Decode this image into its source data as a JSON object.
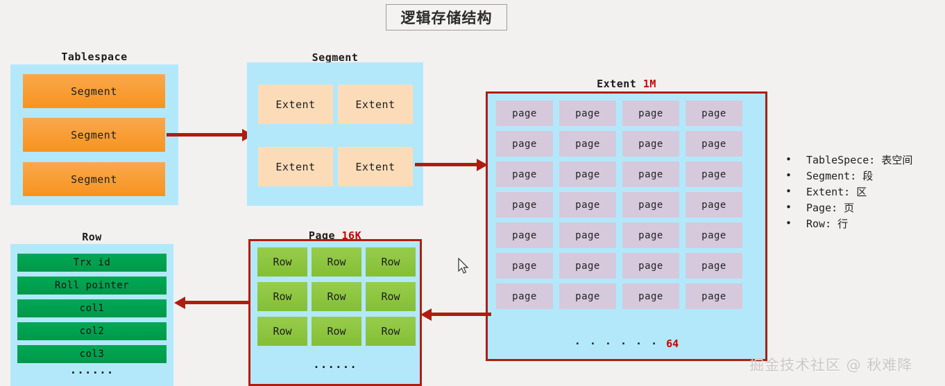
{
  "title": "逻辑存储结构",
  "tablespace": {
    "label": "Tablespace",
    "segments": [
      "Segment",
      "Segment",
      "Segment"
    ]
  },
  "segment": {
    "label": "Segment",
    "extents": [
      "Extent",
      "Extent",
      "Extent",
      "Extent"
    ]
  },
  "extent": {
    "label": "Extent",
    "size": "1M",
    "page_label": "page",
    "page_count": 28,
    "pages": [
      "page",
      "page",
      "page",
      "page",
      "page",
      "page",
      "page",
      "page",
      "page",
      "page",
      "page",
      "page",
      "page",
      "page",
      "page",
      "page",
      "page",
      "page",
      "page",
      "page",
      "page",
      "page",
      "page",
      "page",
      "page",
      "page",
      "page",
      "page"
    ],
    "footer_dots": "· · · · · ·",
    "footer_count": "64"
  },
  "page": {
    "label": "Page",
    "size": "16K",
    "rows": [
      "Row",
      "Row",
      "Row",
      "Row",
      "Row",
      "Row",
      "Row",
      "Row",
      "Row"
    ],
    "footer_dots": "······"
  },
  "row": {
    "label": "Row",
    "columns": [
      "Trx id",
      "Roll pointer",
      "col1",
      "col2",
      "col3"
    ],
    "footer_dots": "······"
  },
  "legend": {
    "items": [
      "TableSpece: 表空间",
      "Segment: 段",
      "Extent: 区",
      "Page: 页",
      "Row: 行"
    ]
  },
  "watermark": "掘金技术社区 @ 秋难降",
  "colors": {
    "accent_red": "#cc0000",
    "arrow_red": "#b01c10",
    "panel_blue": "#b3e8fb",
    "segment_orange": "#f7931e",
    "extent_peach": "#fcdcb8",
    "page_lavender": "#d5c9db",
    "row_green": "#8cc63f",
    "col_green": "#00a14b",
    "background": "#f2f1ef"
  }
}
